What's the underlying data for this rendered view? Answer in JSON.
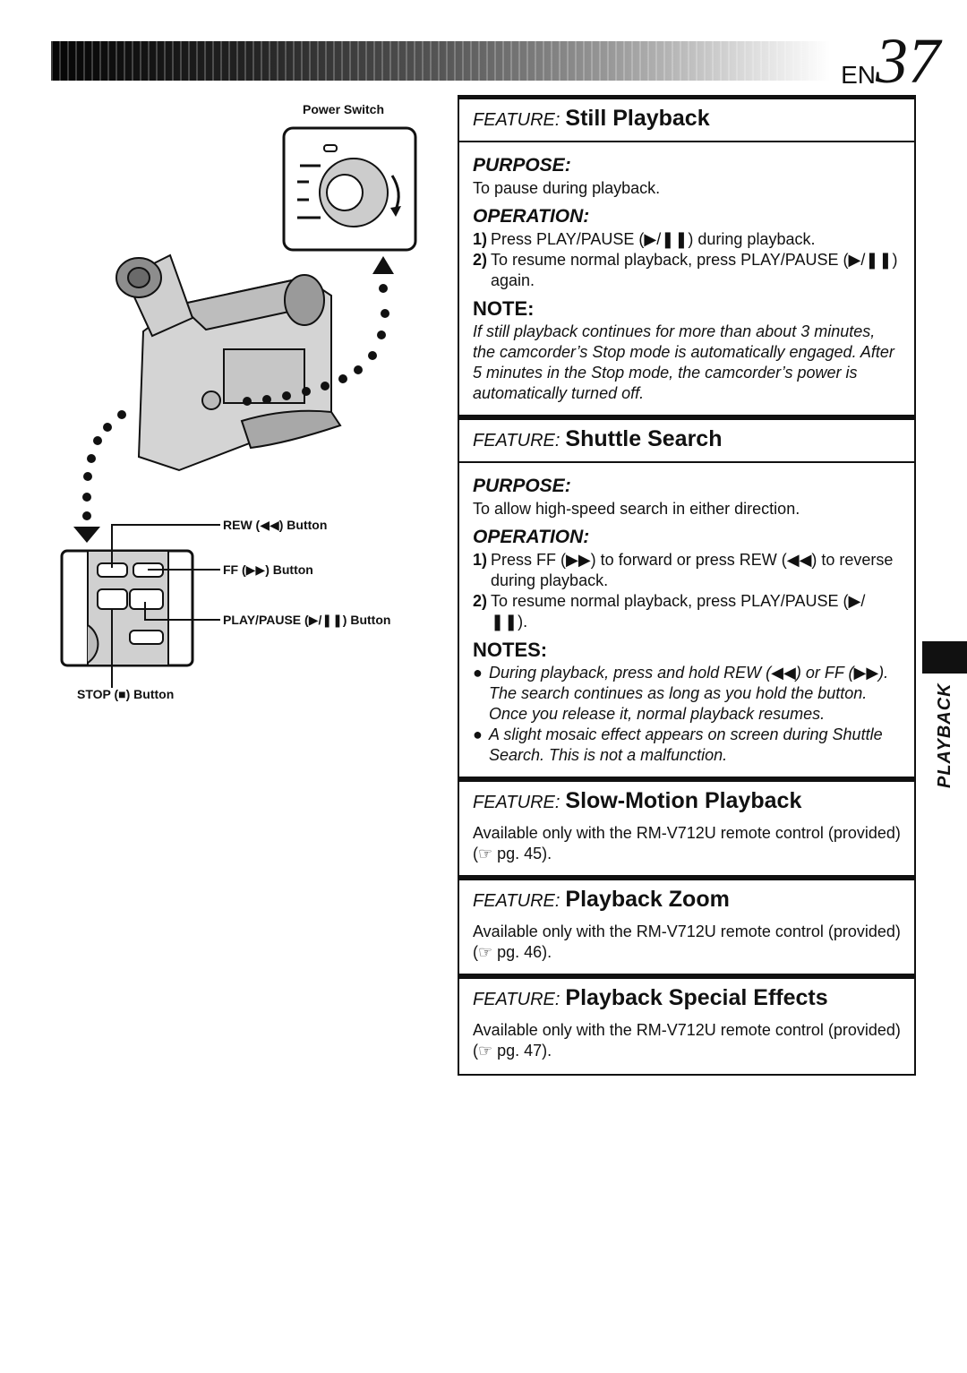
{
  "header": {
    "prefix": "EN",
    "page": "37"
  },
  "illustration": {
    "power_switch": "Power Switch",
    "rew": "REW (◀◀) Button",
    "ff": "FF (▶▶) Button",
    "playpause": "PLAY/PAUSE (▶/❚❚) Button",
    "stop": "STOP (■) Button"
  },
  "still": {
    "feature": "FEATURE:",
    "name": "Still Playback",
    "purpose_h": "PURPOSE:",
    "purpose": "To pause during playback.",
    "operation_h": "OPERATION:",
    "step1_n": "1)",
    "step1": "Press PLAY/PAUSE (▶/❚❚) during playback.",
    "step2_n": "2)",
    "step2": "To resume normal playback, press PLAY/PAUSE (▶/❚❚) again.",
    "note_h": "NOTE:",
    "note": "If still playback continues for more than about 3 minutes, the camcorder’s Stop mode is automatically engaged. After 5 minutes in the Stop mode, the camcorder’s power is automatically turned off."
  },
  "shuttle": {
    "feature": "FEATURE:",
    "name": "Shuttle Search",
    "purpose_h": "PURPOSE:",
    "purpose": "To allow high-speed search in either direction.",
    "operation_h": "OPERATION:",
    "step1_n": "1)",
    "step1": "Press FF (▶▶) to forward or press REW (◀◀) to reverse during playback.",
    "step2_n": "2)",
    "step2": "To resume normal playback, press PLAY/PAUSE (▶/❚❚).",
    "notes_h": "NOTES:",
    "note1": "During playback, press and hold REW (◀◀) or FF (▶▶). The search continues as long as you hold the button. Once you release it, normal playback resumes.",
    "note2": "A slight mosaic effect appears on screen during Shuttle Search. This is not a malfunction.",
    "bullet": "●"
  },
  "slow": {
    "feature": "FEATURE:",
    "name": "Slow-Motion Playback",
    "text": "Available only with the RM-V712U remote control (provided) (☞ pg. 45)."
  },
  "zoom": {
    "feature": "FEATURE:",
    "name": "Playback Zoom",
    "text": "Available only with the RM-V712U remote control (provided) (☞ pg. 46)."
  },
  "effects": {
    "feature": "FEATURE:",
    "name": "Playback Special Effects",
    "text": "Available only with the RM-V712U remote control (provided) (☞ pg. 47)."
  },
  "side_tab": "PLAYBACK"
}
